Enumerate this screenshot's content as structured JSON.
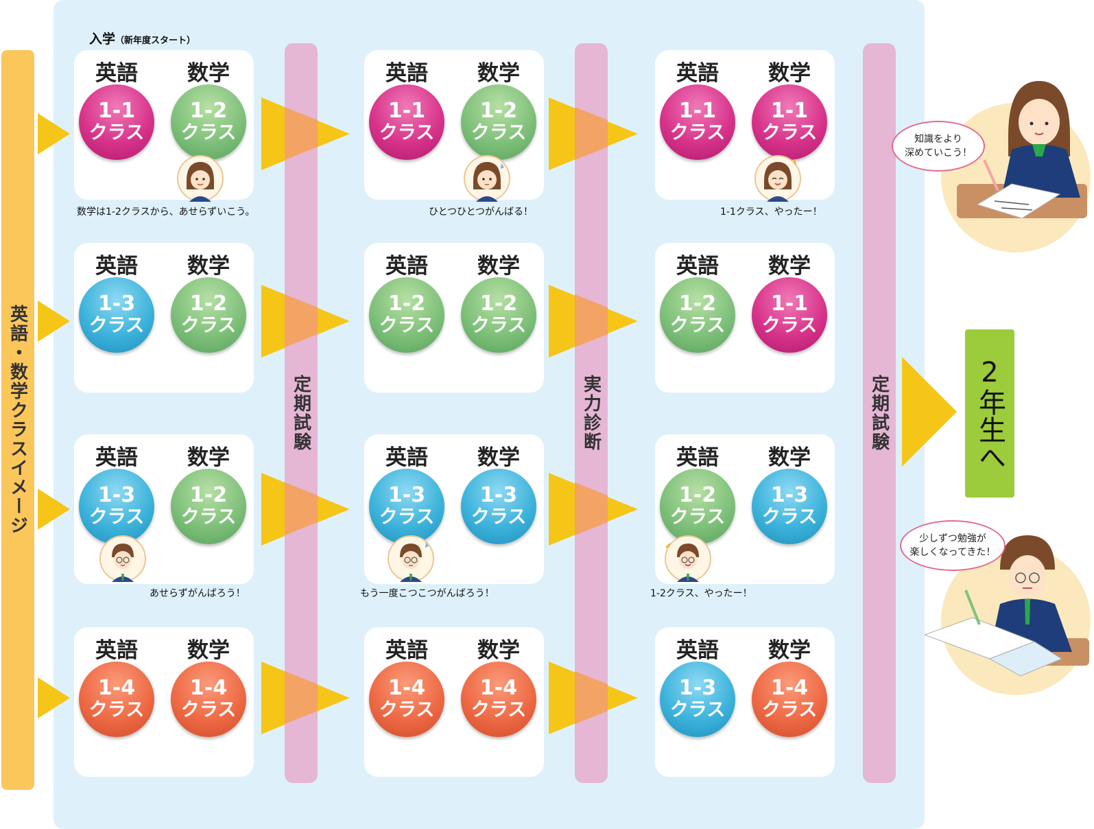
{
  "entry": {
    "label": "入学",
    "sub": "（新年度スタート）"
  },
  "left_label": "英語・数学クラスイメージ",
  "bars": [
    "定期試験",
    "実力診断",
    "定期試験"
  ],
  "subject_en": "英語",
  "subject_math": "数学",
  "class_word": "クラス",
  "grade_label": "2年生へ",
  "colors": {
    "1-1": "#d8338a",
    "1-2": "#7fc07a",
    "1-3": "#3db3db",
    "1-4": "#ee6a45",
    "exam_bar": "#e6b6d5",
    "grade": "#9ccb3b",
    "arrow": "#f5c518"
  },
  "grid": [
    [
      [
        "1-1",
        "1-2"
      ],
      [
        "1-1",
        "1-2"
      ],
      [
        "1-1",
        "1-1"
      ]
    ],
    [
      [
        "1-3",
        "1-2"
      ],
      [
        "1-2",
        "1-2"
      ],
      [
        "1-2",
        "1-1"
      ]
    ],
    [
      [
        "1-3",
        "1-2"
      ],
      [
        "1-3",
        "1-3"
      ],
      [
        "1-2",
        "1-3"
      ]
    ],
    [
      [
        "1-4",
        "1-4"
      ],
      [
        "1-4",
        "1-4"
      ],
      [
        "1-3",
        "1-4"
      ]
    ]
  ],
  "captions": {
    "girl": [
      "数学は1-2クラスから、あせらずいこう。",
      "ひとつひとつがんばる！",
      "1-1クラス、やったー！"
    ],
    "boy": [
      "あせらずがんばろう！",
      "もう一度こつこつがんばろう！",
      "1-2クラス、やったー！"
    ]
  },
  "bubbles": {
    "girl": "知識をより\n深めていこう！",
    "boy": "少しずつ勉強が\n楽しくなってきた！"
  }
}
